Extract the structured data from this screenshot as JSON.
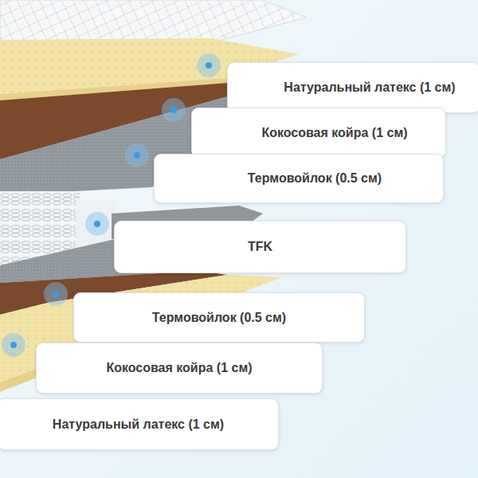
{
  "diagram": {
    "nodes": [
      {
        "text": [
          "Натуральный латекс (1 см)"
        ]
      },
      {
        "text": [
          "Кокосовая койра (1 см)"
        ]
      },
      {
        "text": [
          "Термовойлок (0.5 см)"
        ]
      },
      {
        "text": [
          "TFK"
        ]
      },
      {
        "text": [
          "Термовойлок (0.5 см)"
        ]
      },
      {
        "text": [
          "Кокосовая койра (1 см)"
        ]
      },
      {
        "text": [
          "Натуральный латекс (1 см)"
        ]
      }
    ]
  }
}
